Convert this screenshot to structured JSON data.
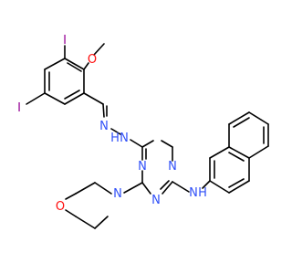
{
  "colors": {
    "bond": "#000000",
    "carbon": "#000000",
    "nitrogen": "#3050f8",
    "oxygen": "#ff0d0d",
    "iodine": "#940094",
    "background": "#ffffff"
  },
  "labels": {
    "iodine_upper": "I",
    "iodine_lower": "I",
    "methoxy_oxygen": "O",
    "hydrazone_n1": "N",
    "hydrazone_nh": "N",
    "hydrazone_h": "H",
    "triazine_n_top": "N",
    "triazine_n_right": "N",
    "triazine_n_bottom": "N",
    "morpholine_n": "N",
    "morpholine_o": "O",
    "amine_n": "N",
    "amine_h": "H"
  }
}
